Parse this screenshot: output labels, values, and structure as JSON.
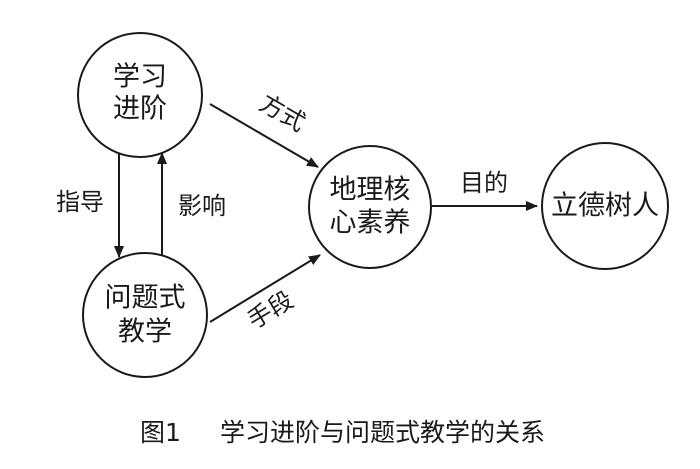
{
  "nodes": {
    "learning_progression": {
      "line1": "学习",
      "line2": "进阶"
    },
    "problem_based_teaching": {
      "line1": "问题式",
      "line2": "教学"
    },
    "geography_core_literacy": {
      "line1": "地理核",
      "line2": "心素养"
    },
    "moral_education": {
      "label": "立德树人"
    }
  },
  "edges": {
    "guide": "指导",
    "influence": "影响",
    "method": "方式",
    "means": "手段",
    "purpose": "目的"
  },
  "caption": {
    "figure_number": "图1",
    "title": "学习进阶与问题式教学的关系"
  }
}
